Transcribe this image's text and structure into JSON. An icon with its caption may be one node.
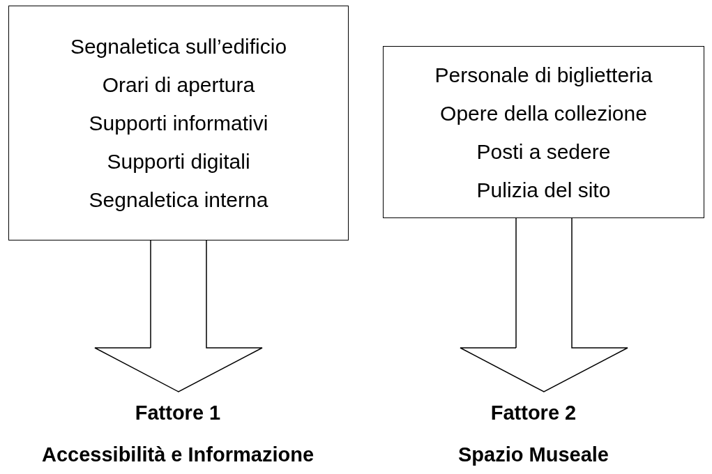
{
  "diagram": {
    "nodes": [
      {
        "text": [
          "Segnaletica sull’edificio",
          "Orari di apertura",
          "Supporti informativi",
          "Supporti digitali",
          "Segnaletica interna"
        ]
      },
      {
        "text": [
          "Fattore 1",
          "Accessibilità e Informazione"
        ]
      },
      {
        "text": [
          "Personale di biglietteria",
          "Opere della collezione",
          "Posti a sedere",
          "Pulizia del sito"
        ]
      },
      {
        "text": [
          "Fattore 2",
          "Spazio Museale"
        ]
      }
    ],
    "edges": [
      {
        "from": 0,
        "to": 1,
        "arrow": "to"
      },
      {
        "from": 2,
        "to": 3,
        "arrow": "to"
      }
    ]
  }
}
